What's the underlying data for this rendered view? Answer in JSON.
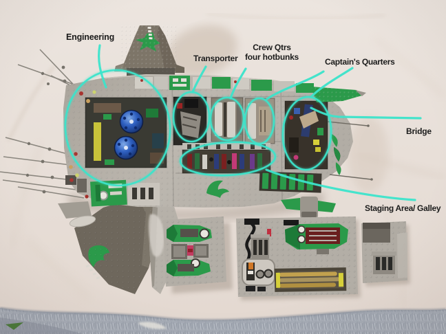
{
  "scene": {
    "description": "Photograph of a LEGO spaceship model laid on a white sheet over gray carpet, with turquoise callout ellipses and lines labelling the ship compartments; three accessory LEGO baseplates sit below the ship",
    "colors": {
      "annotation_stroke": "#3ce4cb",
      "label_text": "#1b1b1b",
      "sheet": "#e9e1da",
      "carpet": "#a6acb6",
      "lego_light_gray": "#b5b0a8",
      "lego_dark_gray": "#6e675c",
      "lego_green": "#2b9a4a",
      "engine_blue": "#2e5fc0"
    }
  },
  "annotations": {
    "callouts": [
      {
        "id": "engineering",
        "label": "Engineering"
      },
      {
        "id": "transporter",
        "label": "Transporter"
      },
      {
        "id": "crew-quarters",
        "label": "Crew Qtrs",
        "sublabel": "four hotbunks"
      },
      {
        "id": "captains-quarters",
        "label": "Captain's Quarters"
      },
      {
        "id": "bridge",
        "label": "Bridge"
      },
      {
        "id": "staging-area",
        "label": "Staging Area/ Galley"
      }
    ]
  }
}
